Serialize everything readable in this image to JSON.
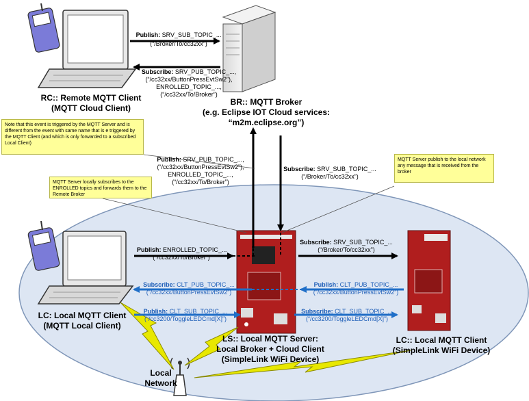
{
  "nodes": {
    "remote_client": {
      "line1": "RC:: Remote MQTT Client",
      "line2": "(MQTT Cloud Client)"
    },
    "broker": {
      "line1": "BR:: MQTT Broker",
      "line2": "(e.g. Eclipse IOT Cloud services:",
      "line3": "“m2m.eclipse.org”)"
    },
    "local_client_left": {
      "line1": "LC: Local MQTT Client",
      "line2": "(MQTT Local Client)"
    },
    "local_server": {
      "line1": "LS:: Local MQTT Server:",
      "line2": "Local Broker + Cloud Client",
      "line3": "(SimpleLink WiFi Device)"
    },
    "local_client_right": {
      "line1": "LC:: Local MQTT Client",
      "line2": "(SimpleLink WiFi Device)"
    },
    "network": {
      "line1": "Local",
      "line2": "Network"
    }
  },
  "messages": {
    "rc_publish": {
      "keyword": "Publish:",
      "topic": " SRV_SUB_TOPIC_...",
      "detail": "(“/Broker/To/cc32xx”)"
    },
    "rc_subscribe": {
      "keyword": "Subscribe:",
      "topic": " SRV_PUB_TOPIC_...,",
      "detail": "(“/cc32xx/ButtonPressEvtSw2”),\nENROLLED_TOPIC_...,\n(“/cc32xx/To/Broker”)"
    },
    "ls_publish_up": {
      "keyword": "Publish:",
      "topic": " SRV_PUB_TOPIC_...,",
      "detail": "(“/cc32xx/ButtonPressEvtSw2”),\nENROLLED_TOPIC_...,\n(“/cc32xx/To/Broker”)"
    },
    "ls_subscribe_down": {
      "keyword": "Subscribe:",
      "topic": " SRV_SUB_TOPIC_...",
      "detail": "(“/Broker/To/cc32xx”)"
    },
    "lc_publish_enrolled": {
      "keyword": "Publish:",
      "topic": " ENROLLED_TOPIC_...",
      "detail": "(“/cc32xx/To/Broker”)"
    },
    "ls_to_lc_subscribe": {
      "keyword": "Subscribe:",
      "topic": " SRV_SUB_TOPIC_...",
      "detail": "(“/Broker/To/cc32xx”)"
    },
    "lc_subscribe_clt": {
      "keyword": "Subscribe:",
      "topic": " CLT_PUB_TOPIC_...",
      "detail": "(“/cc32xx/ButtonPressEvtSw2”)"
    },
    "rlc_publish_clt": {
      "keyword": "Publish:",
      "topic": " CLT_PUB_TOPIC_...",
      "detail": "(“/cc32xx/ButtonPressEvtSw2”)"
    },
    "lc_publish_toggle": {
      "keyword": "Publish:",
      "topic": " CLT_SUB_TOPIC_...",
      "detail": "(“/cc3200/ToggleLEDCmd[X]”)"
    },
    "ls_subscribe_toggle": {
      "keyword": "Subscribe:",
      "topic": " CLT_SUB_TOPIC_...",
      "detail": "(“/cc3200/ToggleLEDCmd[X]”)"
    }
  },
  "notes": {
    "note_event": "Note that this event is triggered by the MQTT Server and is different from the event with same name that is e triggered by the MQTT Client (and which is only forwarded to a subscribed Local Client)",
    "note_subscribe": "MQTT Server locally subscribes to the ENROLLED topics and forwards them to the Remote Broker",
    "note_publish": "MQTT Server publish to the local network any message that is received from the broker"
  },
  "colors": {
    "black_arrow": "#000000",
    "blue_arrow": "#1f6fc8",
    "ellipse_fill": "#dde6f3",
    "ellipse_stroke": "#7f96b8",
    "note_fill": "#ffff99",
    "board_red": "#b01e1e",
    "lightning": "#e8e800"
  }
}
